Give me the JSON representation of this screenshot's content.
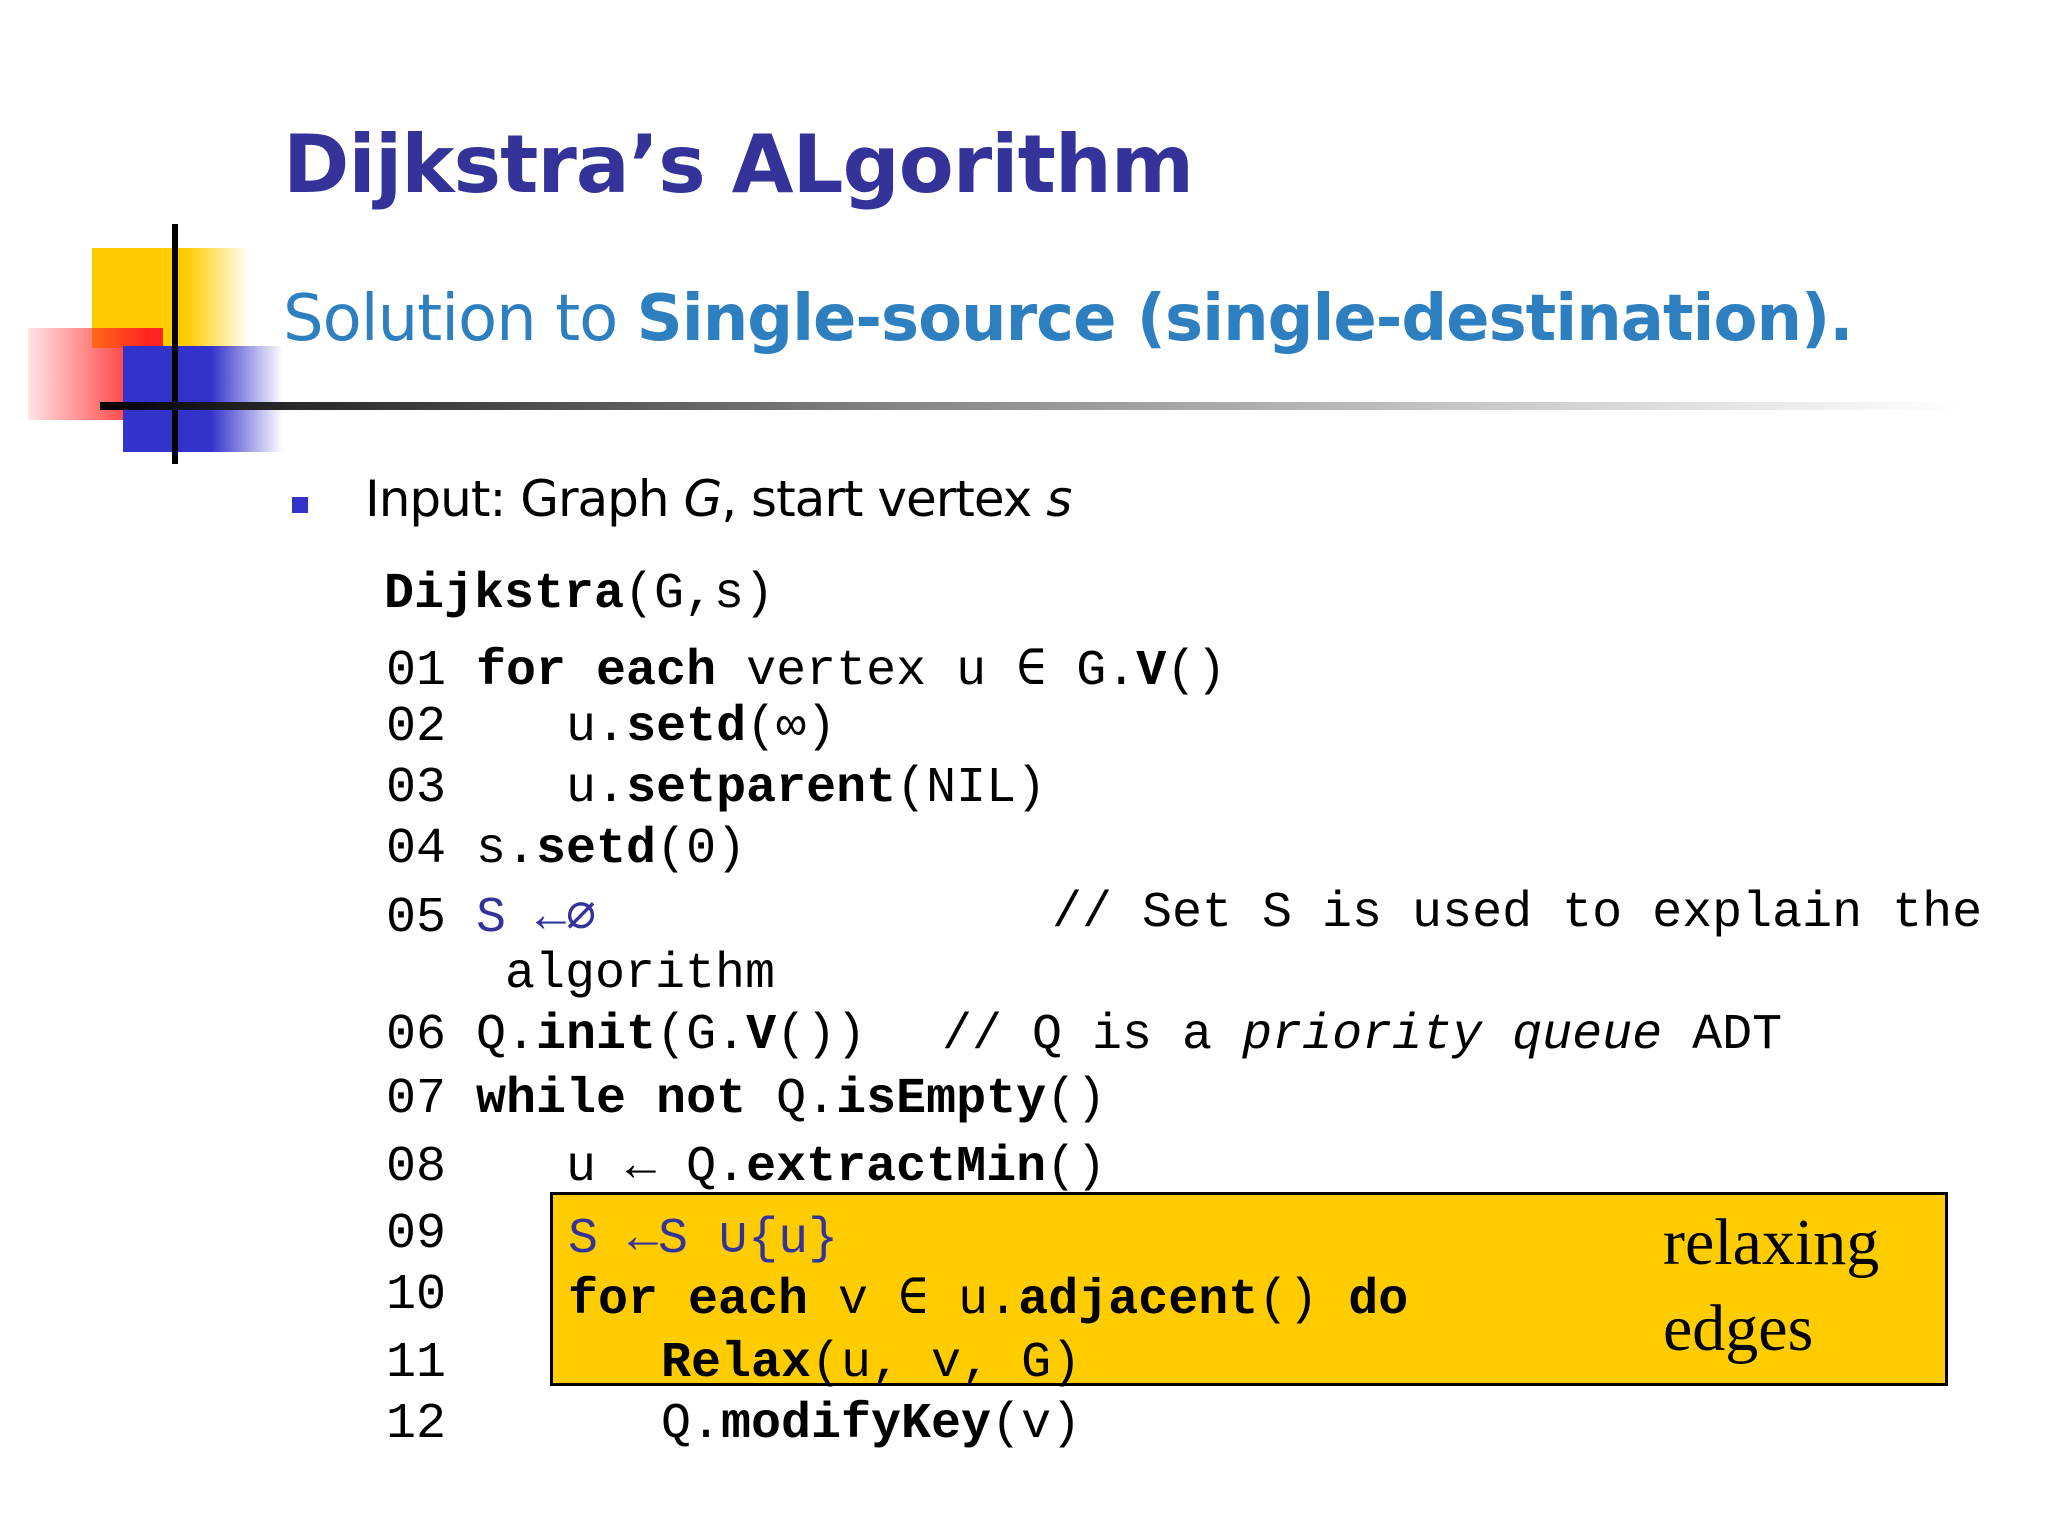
{
  "slide": {
    "title": "Dijkstra’s ALgorithm",
    "subtitle_normal": "Solution to ",
    "subtitle_bold": "Single-source (single-destination)."
  },
  "bullet": {
    "prefix": "Input: Graph ",
    "graph_var": "G",
    "middle": ", start vertex ",
    "vertex_var": "s"
  },
  "code": {
    "header_name": "Dijkstra",
    "header_args": "(G,s)",
    "l01": {
      "num": "01",
      "kw": "for each",
      "rest": " vertex u ∈ G.",
      "bold2": "V",
      "end": "()"
    },
    "l02": {
      "num": "02",
      "pre": "u.",
      "bold": "setd",
      "end": "(∞)"
    },
    "l03": {
      "num": "03",
      "pre": "u.",
      "bold": "setparent",
      "end": "(NIL)"
    },
    "l04": {
      "num": "04",
      "pre": "s.",
      "bold": "setd",
      "end": "(0)"
    },
    "l05": {
      "num": "05",
      "expr": "S ←∅",
      "comment": "// Set S is used to explain the",
      "wrap": "algorithm"
    },
    "l06": {
      "num": "06",
      "pre": "Q.",
      "bold": "init",
      "mid": "(G.",
      "bold2": "V",
      "end": "())",
      "comment_pre": "// Q is a ",
      "comment_italic": "priority queue",
      "comment_post": " ADT"
    },
    "l07": {
      "num": "07",
      "kw": "while not",
      "mid": " Q.",
      "bold": "isEmpty",
      "end": "()"
    },
    "l08": {
      "num": "08",
      "pre": "u ← Q.",
      "bold": "extractMin",
      "end": "()"
    },
    "l09": {
      "num": "09",
      "expr": "S ←S ∪{u}"
    },
    "l10": {
      "num": "10",
      "kw": "for each",
      "rest": " v ∈ u.",
      "bold": "adjacent",
      "end": "() ",
      "kw2": "do"
    },
    "l11": {
      "num": "11",
      "bold": "Relax",
      "end": "(u, v, G)"
    },
    "l12": {
      "num": "12",
      "pre": "Q.",
      "bold": "modifyKey",
      "end": "(v)"
    }
  },
  "note": {
    "line1": "relaxing",
    "line2": "edges"
  }
}
